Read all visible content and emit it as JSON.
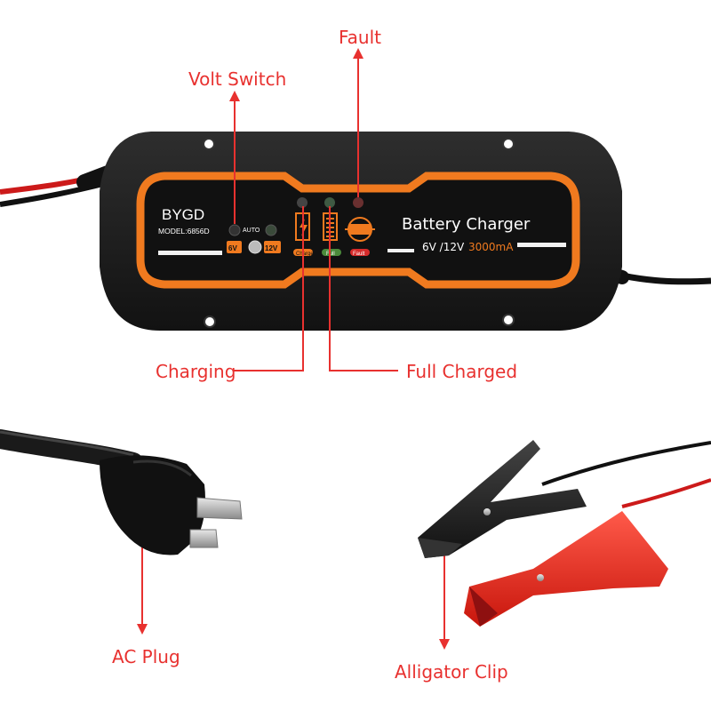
{
  "product": {
    "brand": "BYGD",
    "model": "MODEL:6856D",
    "title": "Battery Charger",
    "rating_prefix": "6V /12V",
    "rating_current": "3000mA",
    "switch_auto": "AUTO",
    "switch_6v": "6V",
    "switch_12v": "12V",
    "led_labels": [
      "Charge",
      "Full",
      "Fault"
    ]
  },
  "callouts": {
    "fault": "Fault",
    "volt_switch": "Volt Switch",
    "charging": "Charging",
    "full_charged": "Full Charged",
    "ac_plug": "AC Plug",
    "alligator_clip": "Alligator Clip"
  },
  "colors": {
    "callout": "#e8312f",
    "accent_orange": "#f07a1f",
    "body_black": "#1c1c1c"
  }
}
